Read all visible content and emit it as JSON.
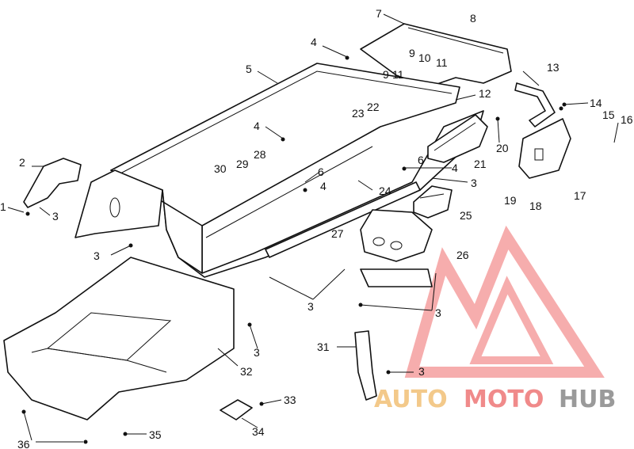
{
  "callouts": [
    "1",
    "2",
    "3",
    "4",
    "5",
    "6",
    "7",
    "8",
    "9",
    "10",
    "11",
    "12",
    "13",
    "14",
    "15",
    "16",
    "17",
    "18",
    "19",
    "20",
    "21",
    "22",
    "23",
    "24",
    "25",
    "26",
    "27",
    "28",
    "29",
    "30",
    "31",
    "32",
    "33",
    "34",
    "35",
    "36"
  ],
  "extra_callouts": {
    "three_a": "3",
    "three_b": "3",
    "three_c": "3",
    "three_d": "3",
    "three_e": "3",
    "three_f": "3",
    "three_g": "3",
    "four_a": "4",
    "four_b": "4",
    "four_c": "4",
    "six_a": "6",
    "nine_a": "9",
    "eleven_a": "11"
  },
  "watermark": {
    "part1": "AUTO",
    "part2": "MOTO",
    "part3": "HUB",
    "colors": {
      "auto": "#f3c98a",
      "moto": "#f08a8a",
      "hub": "#9a9a9a",
      "logo": "#ef6b6b"
    }
  }
}
